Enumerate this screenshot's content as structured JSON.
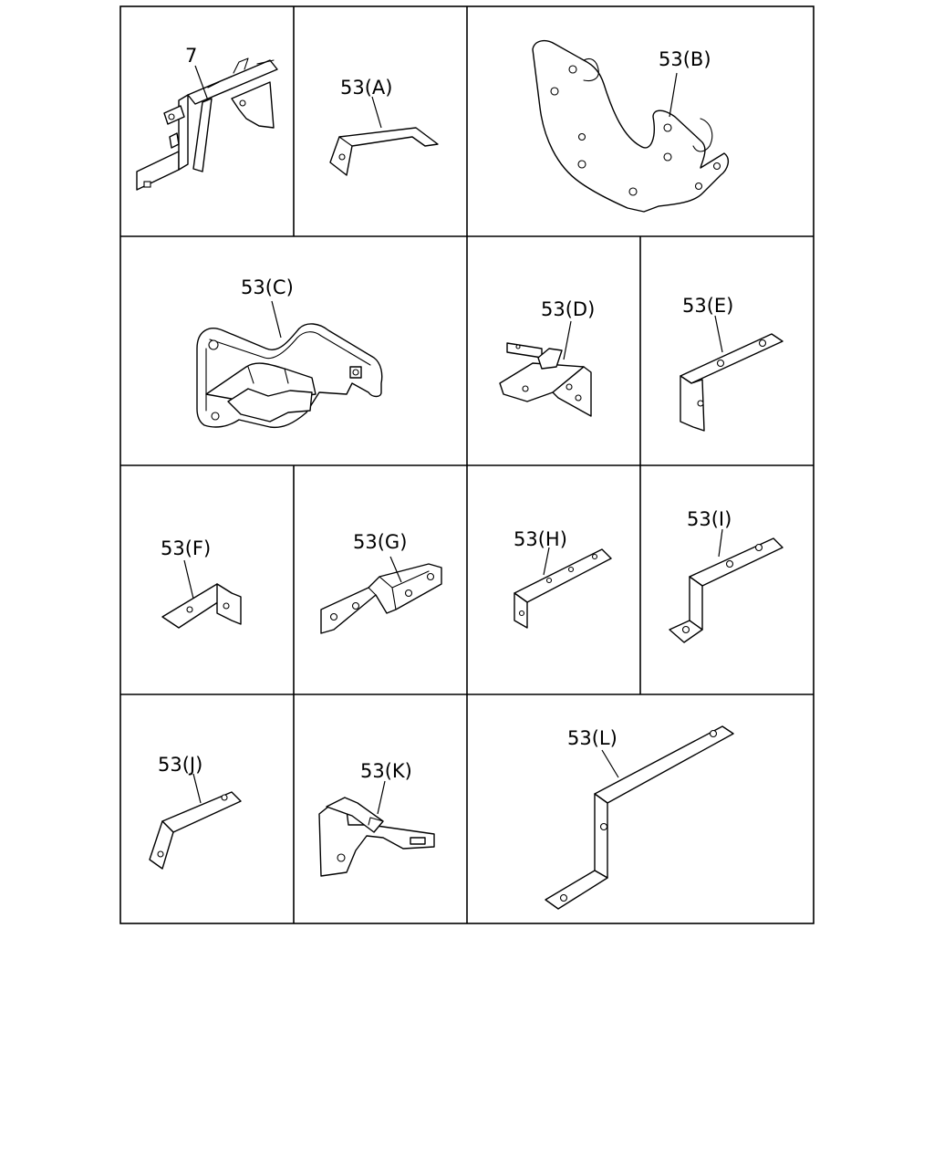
{
  "diagram": {
    "labels": {
      "p7": "7",
      "a": "53(A)",
      "b": "53(B)",
      "c": "53(C)",
      "d": "53(D)",
      "e": "53(E)",
      "f": "53(F)",
      "g": "53(G)",
      "h": "53(H)",
      "i": "53(I)",
      "j": "53(J)",
      "k": "53(K)",
      "l": "53(L)"
    }
  }
}
